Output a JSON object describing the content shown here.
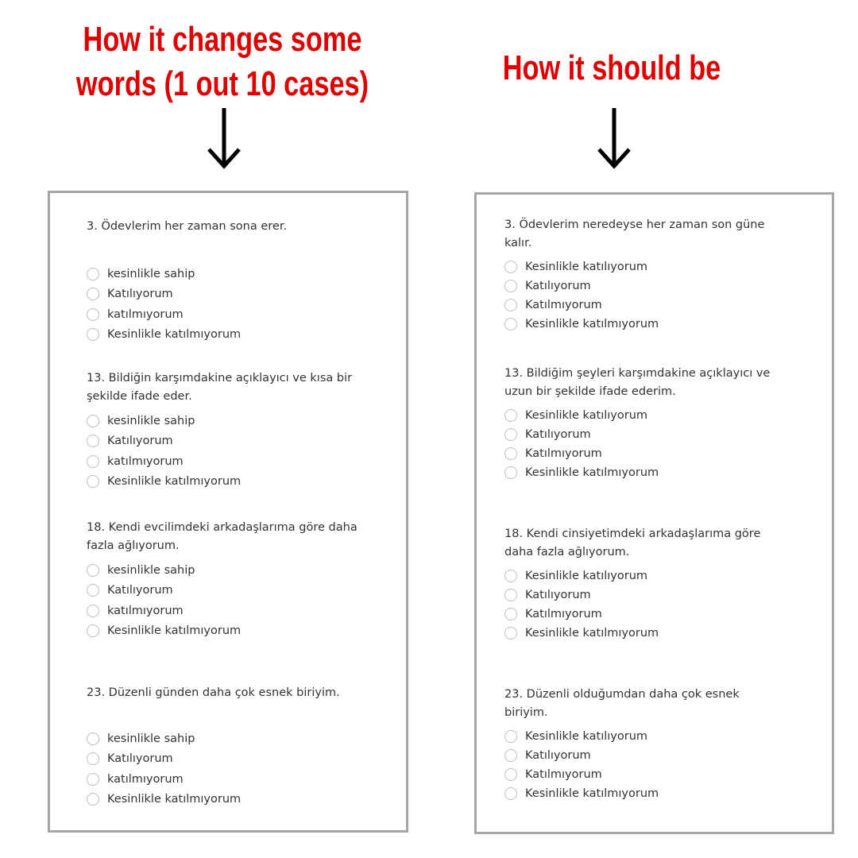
{
  "headings": {
    "left": [
      "How it changes some",
      "words (1 out 10 cases)"
    ],
    "right": "How it should be"
  },
  "left_panel": {
    "questions": [
      {
        "text": "3. Ödevlerim her zaman sona erer.",
        "options": [
          "kesinlikle sahip",
          "Katılıyorum",
          "katılmıyorum",
          "Kesinlikle katılmıyorum"
        ]
      },
      {
        "text": "13. Bildiğin karşımdakine açıklayıcı ve kısa bir şekilde ifade eder.",
        "options": [
          "kesinlikle sahip",
          "Katılıyorum",
          "katılmıyorum",
          "Kesinlikle katılmıyorum"
        ]
      },
      {
        "text": "18. Kendi evcilimdeki arkadaşlarıma göre daha fazla ağlıyorum.",
        "options": [
          "kesinlikle sahip",
          "Katılıyorum",
          "katılmıyorum",
          "Kesinlikle katılmıyorum"
        ]
      },
      {
        "text": "23. Düzenli günden daha çok esnek biriyim.",
        "options": [
          "kesinlikle sahip",
          "Katılıyorum",
          "katılmıyorum",
          "Kesinlikle katılmıyorum"
        ]
      }
    ]
  },
  "right_panel": {
    "questions": [
      {
        "text": "3. Ödevlerim neredeyse her zaman son güne kalır.",
        "options": [
          "Kesinlikle katılıyorum",
          "Katılıyorum",
          "Katılmıyorum",
          "Kesinlikle katılmıyorum"
        ]
      },
      {
        "text": "13. Bildiğim şeyleri karşımdakine açıklayıcı ve uzun bir şekilde ifade ederim.",
        "options": [
          "Kesinlikle katılıyorum",
          "Katılıyorum",
          "Katılmıyorum",
          "Kesinlikle katılmıyorum"
        ]
      },
      {
        "text": "18. Kendi cinsiyetimdeki arkadaşlarıma göre daha fazla ağlıyorum.",
        "options": [
          "Kesinlikle katılıyorum",
          "Katılıyorum",
          "Katılmıyorum",
          "Kesinlikle katılmıyorum"
        ]
      },
      {
        "text": "23. Düzenli olduğumdan daha çok esnek biriyim.",
        "options": [
          "Kesinlikle katılıyorum",
          "Katılıyorum",
          "Katılmıyorum",
          "Kesinlikle katılmıyorum"
        ]
      }
    ]
  },
  "colors": {
    "heading": "#e00000",
    "panel_border": "#a6a6a6",
    "text": "#333333",
    "radio_border": "#bdbdbd"
  },
  "icons": {
    "arrow": "arrow-down-icon",
    "radio": "radio-button-icon"
  }
}
